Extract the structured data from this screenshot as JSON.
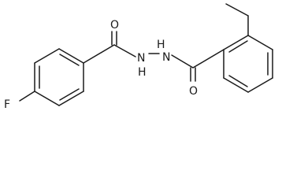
{
  "structure": {
    "atoms": {
      "fluorine": "F",
      "oxygen_left": "O",
      "oxygen_right": "O",
      "nh_left": "H",
      "nh_right": "H",
      "n_left": "N",
      "n_right": "N"
    },
    "colors": {
      "bond": "#1a1a1a",
      "background": "#ffffff"
    }
  }
}
